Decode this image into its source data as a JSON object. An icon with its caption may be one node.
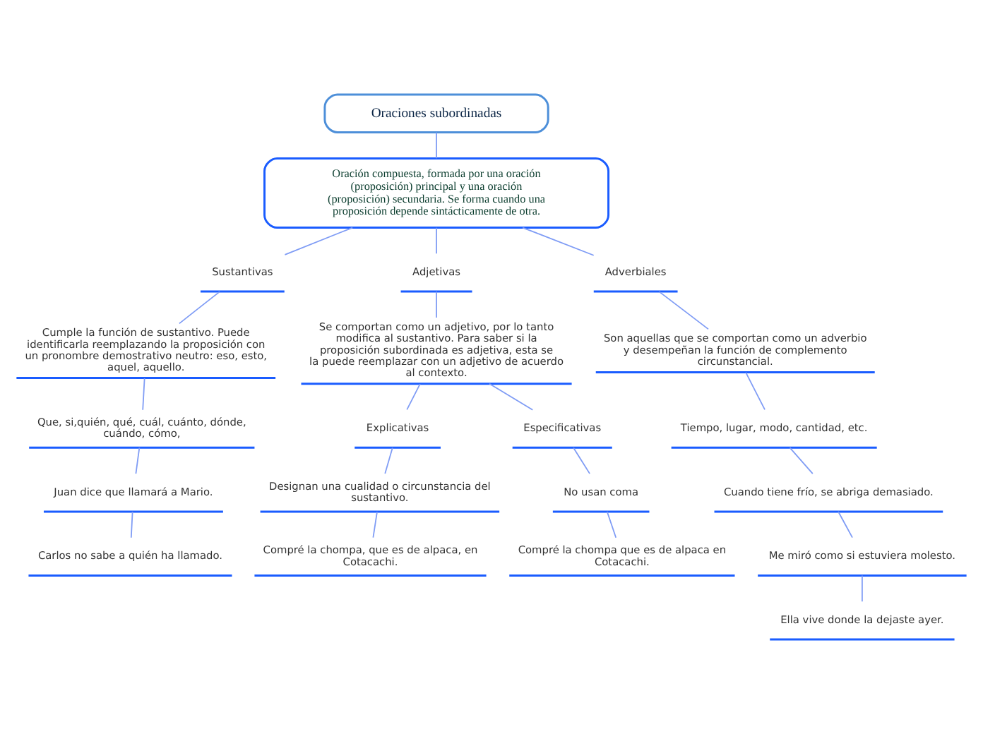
{
  "diagram": {
    "nodes": [
      {
        "text": [
          "Oraciones subordinadas"
        ]
      },
      {
        "text": [
          "Oración compuesta, formada por una oración (proposición) principal y una oración (proposición) secundaria. Se forma cuando una proposición depende sintácticamente de otra."
        ]
      },
      {
        "text": [
          "Sustantivas"
        ]
      },
      {
        "text": [
          "Cumple la función de sustantivo. Puede identificarla reemplazando la proposición con un pronombre demostrativo neutro: eso, esto, aquel, aquello."
        ]
      },
      {
        "text": [
          "Que, si,quién, qué, cuál, cuánto, dónde, cuándo, cómo,"
        ]
      },
      {
        "text": [
          "Juan dice que llamará a Mario."
        ]
      },
      {
        "text": [
          "Carlos no sabe a quién ha llamado."
        ]
      },
      {
        "text": [
          "Adjetivas"
        ]
      },
      {
        "text": [
          "Se comportan como un adjetivo, por lo tanto modifica al sustantivo. Para saber si la proposición subordinada es adjetiva, esta se la puede reemplazar con un adjetivo de acuerdo al contexto."
        ]
      },
      {
        "text": [
          "Explicativas"
        ]
      },
      {
        "text": [
          "Designan una cualidad o circunstancia del sustantivo."
        ]
      },
      {
        "text": [
          "Compré la chompa, que es de alpaca, en Cotacachi."
        ]
      },
      {
        "text": [
          "Especificativas"
        ]
      },
      {
        "text": [
          "No usan coma"
        ]
      },
      {
        "text": [
          "Compré la chompa que es de alpaca en Cotacachi."
        ]
      },
      {
        "text": [
          "Adverbiales"
        ]
      },
      {
        "text": [
          "Son aquellas que se comportan como un adverbio y desempeñan la función de complemento circunstancial."
        ]
      },
      {
        "text": [
          "Tiempo, lugar, modo, cantidad, etc."
        ]
      },
      {
        "text": [
          "Cuando tiene frío, se abriga demasiado."
        ]
      },
      {
        "text": [
          "Me miró como si estuviera molesto."
        ]
      },
      {
        "text": [
          "Ella vive donde la dejaste ayer."
        ]
      }
    ],
    "edges": [
      {
        "from": 0,
        "to": 1,
        "arrow": "none"
      },
      {
        "from": 1,
        "to": 2,
        "arrow": "none"
      },
      {
        "from": 1,
        "to": 7,
        "arrow": "none"
      },
      {
        "from": 1,
        "to": 15,
        "arrow": "none"
      },
      {
        "from": 2,
        "to": 3,
        "arrow": "none"
      },
      {
        "from": 3,
        "to": 4,
        "arrow": "none"
      },
      {
        "from": 4,
        "to": 5,
        "arrow": "none"
      },
      {
        "from": 5,
        "to": 6,
        "arrow": "none"
      },
      {
        "from": 7,
        "to": 8,
        "arrow": "none"
      },
      {
        "from": 8,
        "to": 9,
        "arrow": "none"
      },
      {
        "from": 8,
        "to": 12,
        "arrow": "none"
      },
      {
        "from": 9,
        "to": 10,
        "arrow": "none"
      },
      {
        "from": 10,
        "to": 11,
        "arrow": "none"
      },
      {
        "from": 12,
        "to": 13,
        "arrow": "none"
      },
      {
        "from": 13,
        "to": 14,
        "arrow": "none"
      },
      {
        "from": 15,
        "to": 16,
        "arrow": "none"
      },
      {
        "from": 16,
        "to": 17,
        "arrow": "none"
      },
      {
        "from": 17,
        "to": 18,
        "arrow": "none"
      },
      {
        "from": 18,
        "to": 19,
        "arrow": "none"
      },
      {
        "from": 19,
        "to": 20,
        "arrow": "none"
      }
    ]
  }
}
